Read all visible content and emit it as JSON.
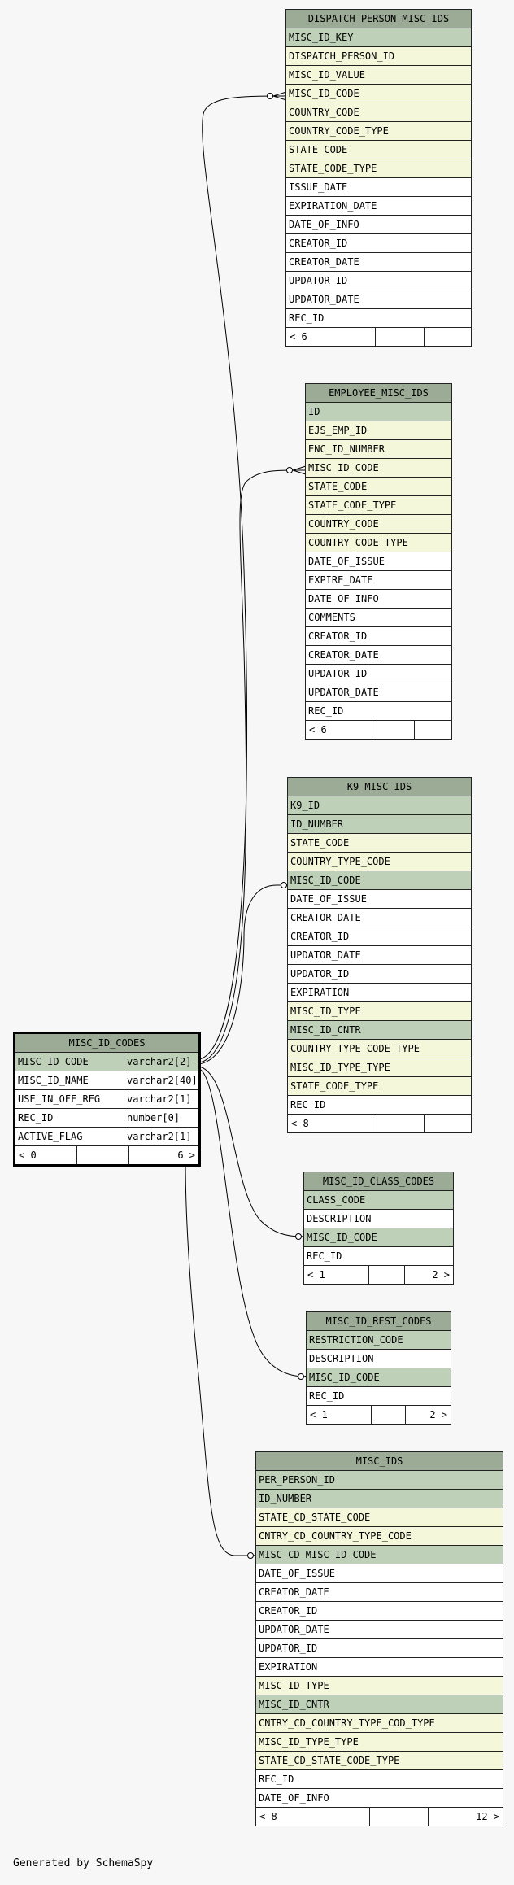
{
  "footer_text": "Generated by SchemaSpy",
  "tables": {
    "dispatch": {
      "name": "DISPATCH_PERSON_MISC_IDS",
      "columns": [
        {
          "name": "MISC_ID_KEY",
          "kind": "pk"
        },
        {
          "name": "DISPATCH_PERSON_ID",
          "kind": "fk"
        },
        {
          "name": "MISC_ID_VALUE",
          "kind": "fk"
        },
        {
          "name": "MISC_ID_CODE",
          "kind": "fk"
        },
        {
          "name": "COUNTRY_CODE",
          "kind": "fk"
        },
        {
          "name": "COUNTRY_CODE_TYPE",
          "kind": "fk"
        },
        {
          "name": "STATE_CODE",
          "kind": "fk"
        },
        {
          "name": "STATE_CODE_TYPE",
          "kind": "fk"
        },
        {
          "name": "ISSUE_DATE",
          "kind": "plain"
        },
        {
          "name": "EXPIRATION_DATE",
          "kind": "plain"
        },
        {
          "name": "DATE_OF_INFO",
          "kind": "plain"
        },
        {
          "name": "CREATOR_ID",
          "kind": "plain"
        },
        {
          "name": "CREATOR_DATE",
          "kind": "plain"
        },
        {
          "name": "UPDATOR_ID",
          "kind": "plain"
        },
        {
          "name": "UPDATOR_DATE",
          "kind": "plain"
        },
        {
          "name": "REC_ID",
          "kind": "plain"
        }
      ],
      "footer": {
        "parents": "< 6",
        "rows": "",
        "children": ""
      }
    },
    "employee": {
      "name": "EMPLOYEE_MISC_IDS",
      "columns": [
        {
          "name": "ID",
          "kind": "pk"
        },
        {
          "name": "EJS_EMP_ID",
          "kind": "fk"
        },
        {
          "name": "ENC_ID_NUMBER",
          "kind": "fk"
        },
        {
          "name": "MISC_ID_CODE",
          "kind": "fk"
        },
        {
          "name": "STATE_CODE",
          "kind": "fk"
        },
        {
          "name": "STATE_CODE_TYPE",
          "kind": "fk"
        },
        {
          "name": "COUNTRY_CODE",
          "kind": "fk"
        },
        {
          "name": "COUNTRY_CODE_TYPE",
          "kind": "fk"
        },
        {
          "name": "DATE_OF_ISSUE",
          "kind": "plain"
        },
        {
          "name": "EXPIRE_DATE",
          "kind": "plain"
        },
        {
          "name": "DATE_OF_INFO",
          "kind": "plain"
        },
        {
          "name": "COMMENTS",
          "kind": "plain"
        },
        {
          "name": "CREATOR_ID",
          "kind": "plain"
        },
        {
          "name": "CREATOR_DATE",
          "kind": "plain"
        },
        {
          "name": "UPDATOR_ID",
          "kind": "plain"
        },
        {
          "name": "UPDATOR_DATE",
          "kind": "plain"
        },
        {
          "name": "REC_ID",
          "kind": "plain"
        }
      ],
      "footer": {
        "parents": "< 6",
        "rows": "",
        "children": ""
      }
    },
    "k9": {
      "name": "K9_MISC_IDS",
      "columns": [
        {
          "name": "K9_ID",
          "kind": "pk"
        },
        {
          "name": "ID_NUMBER",
          "kind": "pk"
        },
        {
          "name": "STATE_CODE",
          "kind": "fk"
        },
        {
          "name": "COUNTRY_TYPE_CODE",
          "kind": "fk"
        },
        {
          "name": "MISC_ID_CODE",
          "kind": "pk"
        },
        {
          "name": "DATE_OF_ISSUE",
          "kind": "plain"
        },
        {
          "name": "CREATOR_DATE",
          "kind": "plain"
        },
        {
          "name": "CREATOR_ID",
          "kind": "plain"
        },
        {
          "name": "UPDATOR_DATE",
          "kind": "plain"
        },
        {
          "name": "UPDATOR_ID",
          "kind": "plain"
        },
        {
          "name": "EXPIRATION",
          "kind": "plain"
        },
        {
          "name": "MISC_ID_TYPE",
          "kind": "fk"
        },
        {
          "name": "MISC_ID_CNTR",
          "kind": "pk"
        },
        {
          "name": "COUNTRY_TYPE_CODE_TYPE",
          "kind": "fk"
        },
        {
          "name": "MISC_ID_TYPE_TYPE",
          "kind": "fk"
        },
        {
          "name": "STATE_CODE_TYPE",
          "kind": "fk"
        },
        {
          "name": "REC_ID",
          "kind": "plain"
        }
      ],
      "footer": {
        "parents": "< 8",
        "rows": "",
        "children": ""
      }
    },
    "codes": {
      "name": "MISC_ID_CODES",
      "columns": [
        {
          "name": "MISC_ID_CODE",
          "type": "varchar2[2]",
          "kind": "pk"
        },
        {
          "name": "MISC_ID_NAME",
          "type": "varchar2[40]",
          "kind": "plain"
        },
        {
          "name": "USE_IN_OFF_REG",
          "type": "varchar2[1]",
          "kind": "plain"
        },
        {
          "name": "REC_ID",
          "type": "number[0]",
          "kind": "plain"
        },
        {
          "name": "ACTIVE_FLAG",
          "type": "varchar2[1]",
          "kind": "plain"
        }
      ],
      "footer": {
        "parents": "< 0",
        "rows": "",
        "children": "6 >"
      }
    },
    "class_codes": {
      "name": "MISC_ID_CLASS_CODES",
      "columns": [
        {
          "name": "CLASS_CODE",
          "kind": "pk"
        },
        {
          "name": "DESCRIPTION",
          "kind": "plain"
        },
        {
          "name": "MISC_ID_CODE",
          "kind": "pk"
        },
        {
          "name": "REC_ID",
          "kind": "plain"
        }
      ],
      "footer": {
        "parents": "< 1",
        "rows": "",
        "children": "2 >"
      }
    },
    "rest_codes": {
      "name": "MISC_ID_REST_CODES",
      "columns": [
        {
          "name": "RESTRICTION_CODE",
          "kind": "pk"
        },
        {
          "name": "DESCRIPTION",
          "kind": "plain"
        },
        {
          "name": "MISC_ID_CODE",
          "kind": "pk"
        },
        {
          "name": "REC_ID",
          "kind": "plain"
        }
      ],
      "footer": {
        "parents": "< 1",
        "rows": "",
        "children": "2 >"
      }
    },
    "misc_ids": {
      "name": "MISC_IDS",
      "columns": [
        {
          "name": "PER_PERSON_ID",
          "kind": "pk"
        },
        {
          "name": "ID_NUMBER",
          "kind": "pk"
        },
        {
          "name": "STATE_CD_STATE_CODE",
          "kind": "fk"
        },
        {
          "name": "CNTRY_CD_COUNTRY_TYPE_CODE",
          "kind": "fk"
        },
        {
          "name": "MISC_CD_MISC_ID_CODE",
          "kind": "pk"
        },
        {
          "name": "DATE_OF_ISSUE",
          "kind": "plain"
        },
        {
          "name": "CREATOR_DATE",
          "kind": "plain"
        },
        {
          "name": "CREATOR_ID",
          "kind": "plain"
        },
        {
          "name": "UPDATOR_DATE",
          "kind": "plain"
        },
        {
          "name": "UPDATOR_ID",
          "kind": "plain"
        },
        {
          "name": "EXPIRATION",
          "kind": "plain"
        },
        {
          "name": "MISC_ID_TYPE",
          "kind": "fk"
        },
        {
          "name": "MISC_ID_CNTR",
          "kind": "pk"
        },
        {
          "name": "CNTRY_CD_COUNTRY_TYPE_COD_TYPE",
          "kind": "fk"
        },
        {
          "name": "MISC_ID_TYPE_TYPE",
          "kind": "fk"
        },
        {
          "name": "STATE_CD_STATE_CODE_TYPE",
          "kind": "fk"
        },
        {
          "name": "REC_ID",
          "kind": "plain"
        },
        {
          "name": "DATE_OF_INFO",
          "kind": "plain"
        }
      ],
      "footer": {
        "parents": "< 8",
        "rows": "",
        "children": "12 >"
      }
    }
  }
}
